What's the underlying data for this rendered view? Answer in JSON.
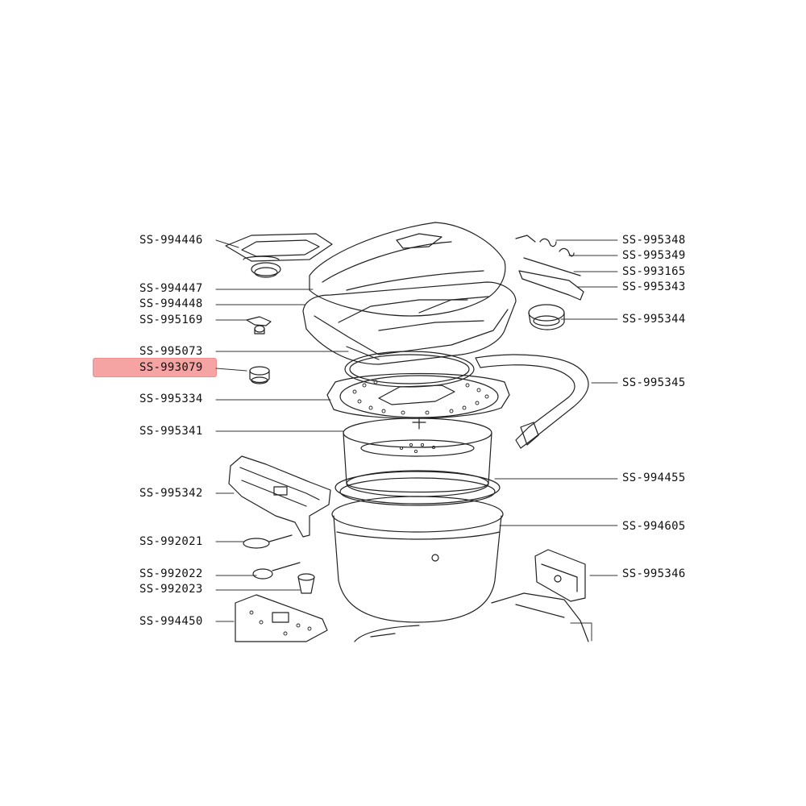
{
  "highlight_color": "#f5a3a3",
  "highlighted_part": "SS-993079",
  "labels": {
    "l1": "SS-994446",
    "l2": "SS-994447",
    "l3": "SS-994448",
    "l4": "SS-995169",
    "l5": "SS-995073",
    "l6": "SS-993079",
    "l7": "SS-995334",
    "l8": "SS-995341",
    "l9": "SS-995342",
    "l10": "SS-992021",
    "l11": "SS-992022",
    "l12": "SS-992023",
    "l13": "SS-994450",
    "r1": "SS-995348",
    "r2": "SS-995349",
    "r3": "SS-993165",
    "r4": "SS-995343",
    "r5": "SS-995344",
    "r6": "SS-995345",
    "r7": "SS-994455",
    "r8": "SS-994605",
    "r9": "SS-995346"
  }
}
